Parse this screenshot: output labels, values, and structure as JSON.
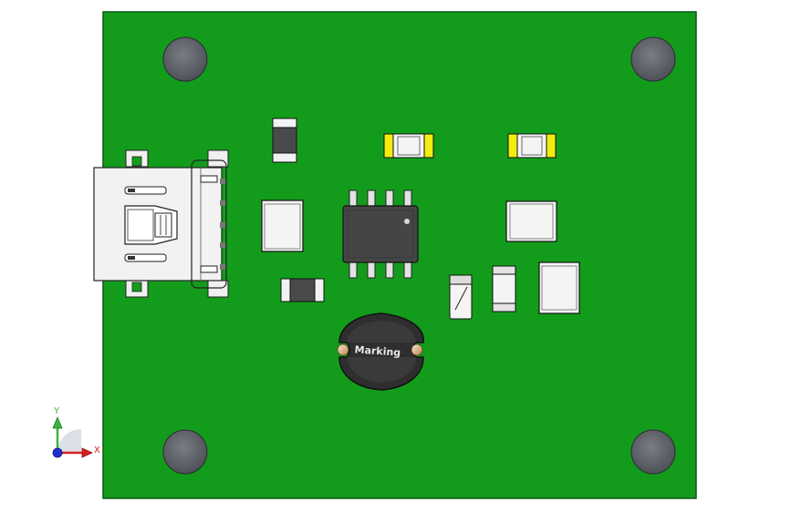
{
  "inductor": {
    "marking": "Marking"
  },
  "triad": {
    "y_label": "Y",
    "x_label": "X",
    "y_color": "#3cb43c",
    "x_color": "#d62020",
    "z_color": "#2030d0"
  },
  "colors": {
    "pcb": "#139c1c",
    "pcb_edge": "#0a5a10",
    "hole": "#5e6168",
    "ic_body": "#454545",
    "pad": "#d8d8d8",
    "cap_yellow": "#f2ec10"
  }
}
